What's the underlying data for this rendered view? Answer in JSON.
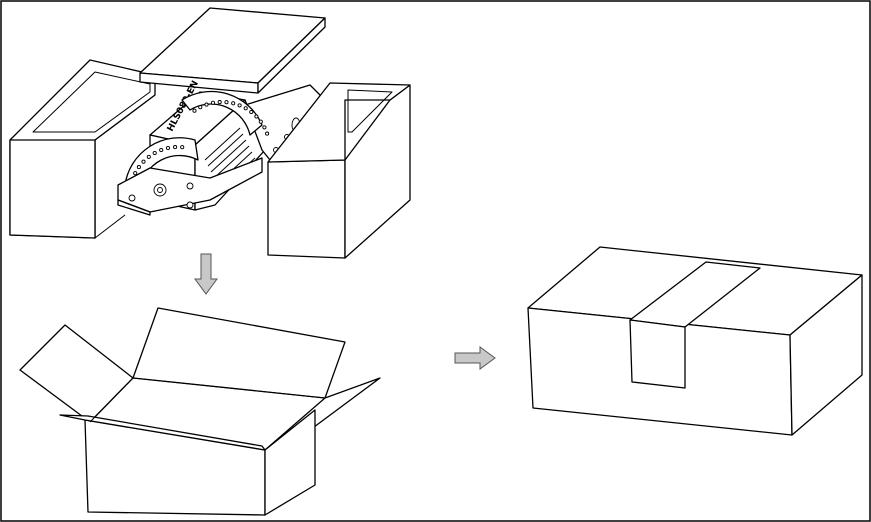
{
  "diagram": {
    "steps": [
      {
        "id": "foam-packing"
      },
      {
        "id": "place-in-carton"
      },
      {
        "id": "sealed-carton"
      }
    ],
    "product_label": "HLS080-EN",
    "colors": {
      "line": "#000000",
      "arrow_fill": "#c8c8c8",
      "background": "#ffffff"
    }
  }
}
